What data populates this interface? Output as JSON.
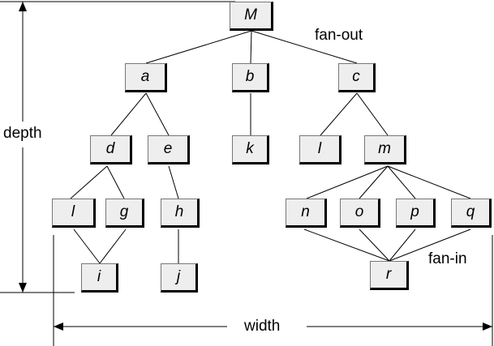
{
  "tree": {
    "nodes": {
      "M": "M",
      "a": "a",
      "b": "b",
      "c": "c",
      "d": "d",
      "e": "e",
      "k": "k",
      "l2": "l",
      "m": "m",
      "l1": "l",
      "g": "g",
      "h": "h",
      "n": "n",
      "o": "o",
      "p": "p",
      "q": "q",
      "i": "i",
      "j": "j",
      "r": "r"
    }
  },
  "annotations": {
    "fan_out": "fan-out",
    "fan_in": "fan-in",
    "depth": "depth",
    "width": "width"
  },
  "colors": {
    "node_fill": "#eeeeee",
    "line": "#000000"
  }
}
